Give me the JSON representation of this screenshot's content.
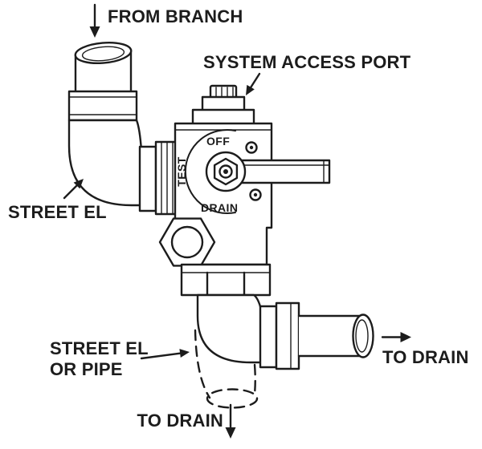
{
  "labels": {
    "from_branch": "FROM BRANCH",
    "system_access_port": "SYSTEM ACCESS PORT",
    "street_el": "STREET EL",
    "street_el_or_pipe_line1": "STREET EL",
    "street_el_or_pipe_line2": "OR PIPE",
    "to_drain_right": "TO DRAIN",
    "to_drain_bottom": "TO DRAIN"
  },
  "valve": {
    "off": "OFF",
    "test": "TEST",
    "drain": "DRAIN"
  },
  "colors": {
    "line": "#1c1c1c",
    "background": "#ffffff"
  }
}
